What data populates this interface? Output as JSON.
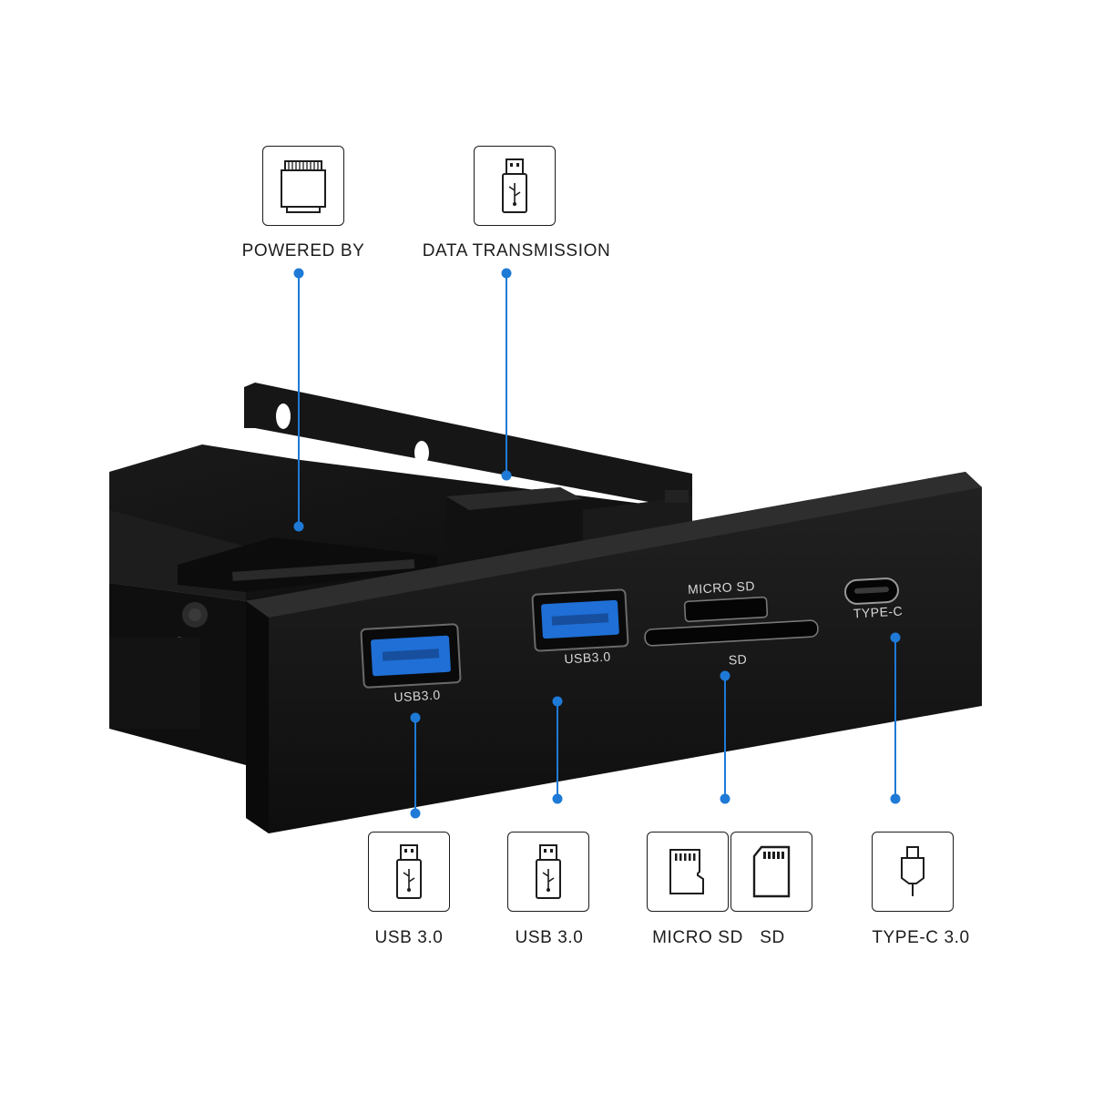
{
  "top_features": [
    {
      "label": "POWERED BY",
      "icon": "power-connector-icon"
    },
    {
      "label": "DATA TRANSMISSION",
      "icon": "usb-plug-icon"
    }
  ],
  "bottom_features": [
    {
      "label": "USB 3.0",
      "icon": "usb-plug-icon"
    },
    {
      "label": "USB 3.0",
      "icon": "usb-plug-icon"
    },
    {
      "label": "MICRO SD",
      "icon": "micro-sd-card-icon"
    },
    {
      "label": "SD",
      "icon": "sd-card-icon"
    },
    {
      "label": "TYPE-C 3.0",
      "icon": "usb-c-plug-icon"
    }
  ],
  "device": {
    "port_labels": {
      "usb_left": "USB3.0",
      "usb_right": "USB3.0",
      "micro_sd": "MICRO SD",
      "sd": "SD",
      "type_c": "TYPE-C"
    }
  },
  "colors": {
    "leader_line": "#1e7ad6",
    "usb3_port": "#1f6fd6",
    "device_body": "#141414",
    "icon_stroke": "#1c1c1c"
  }
}
